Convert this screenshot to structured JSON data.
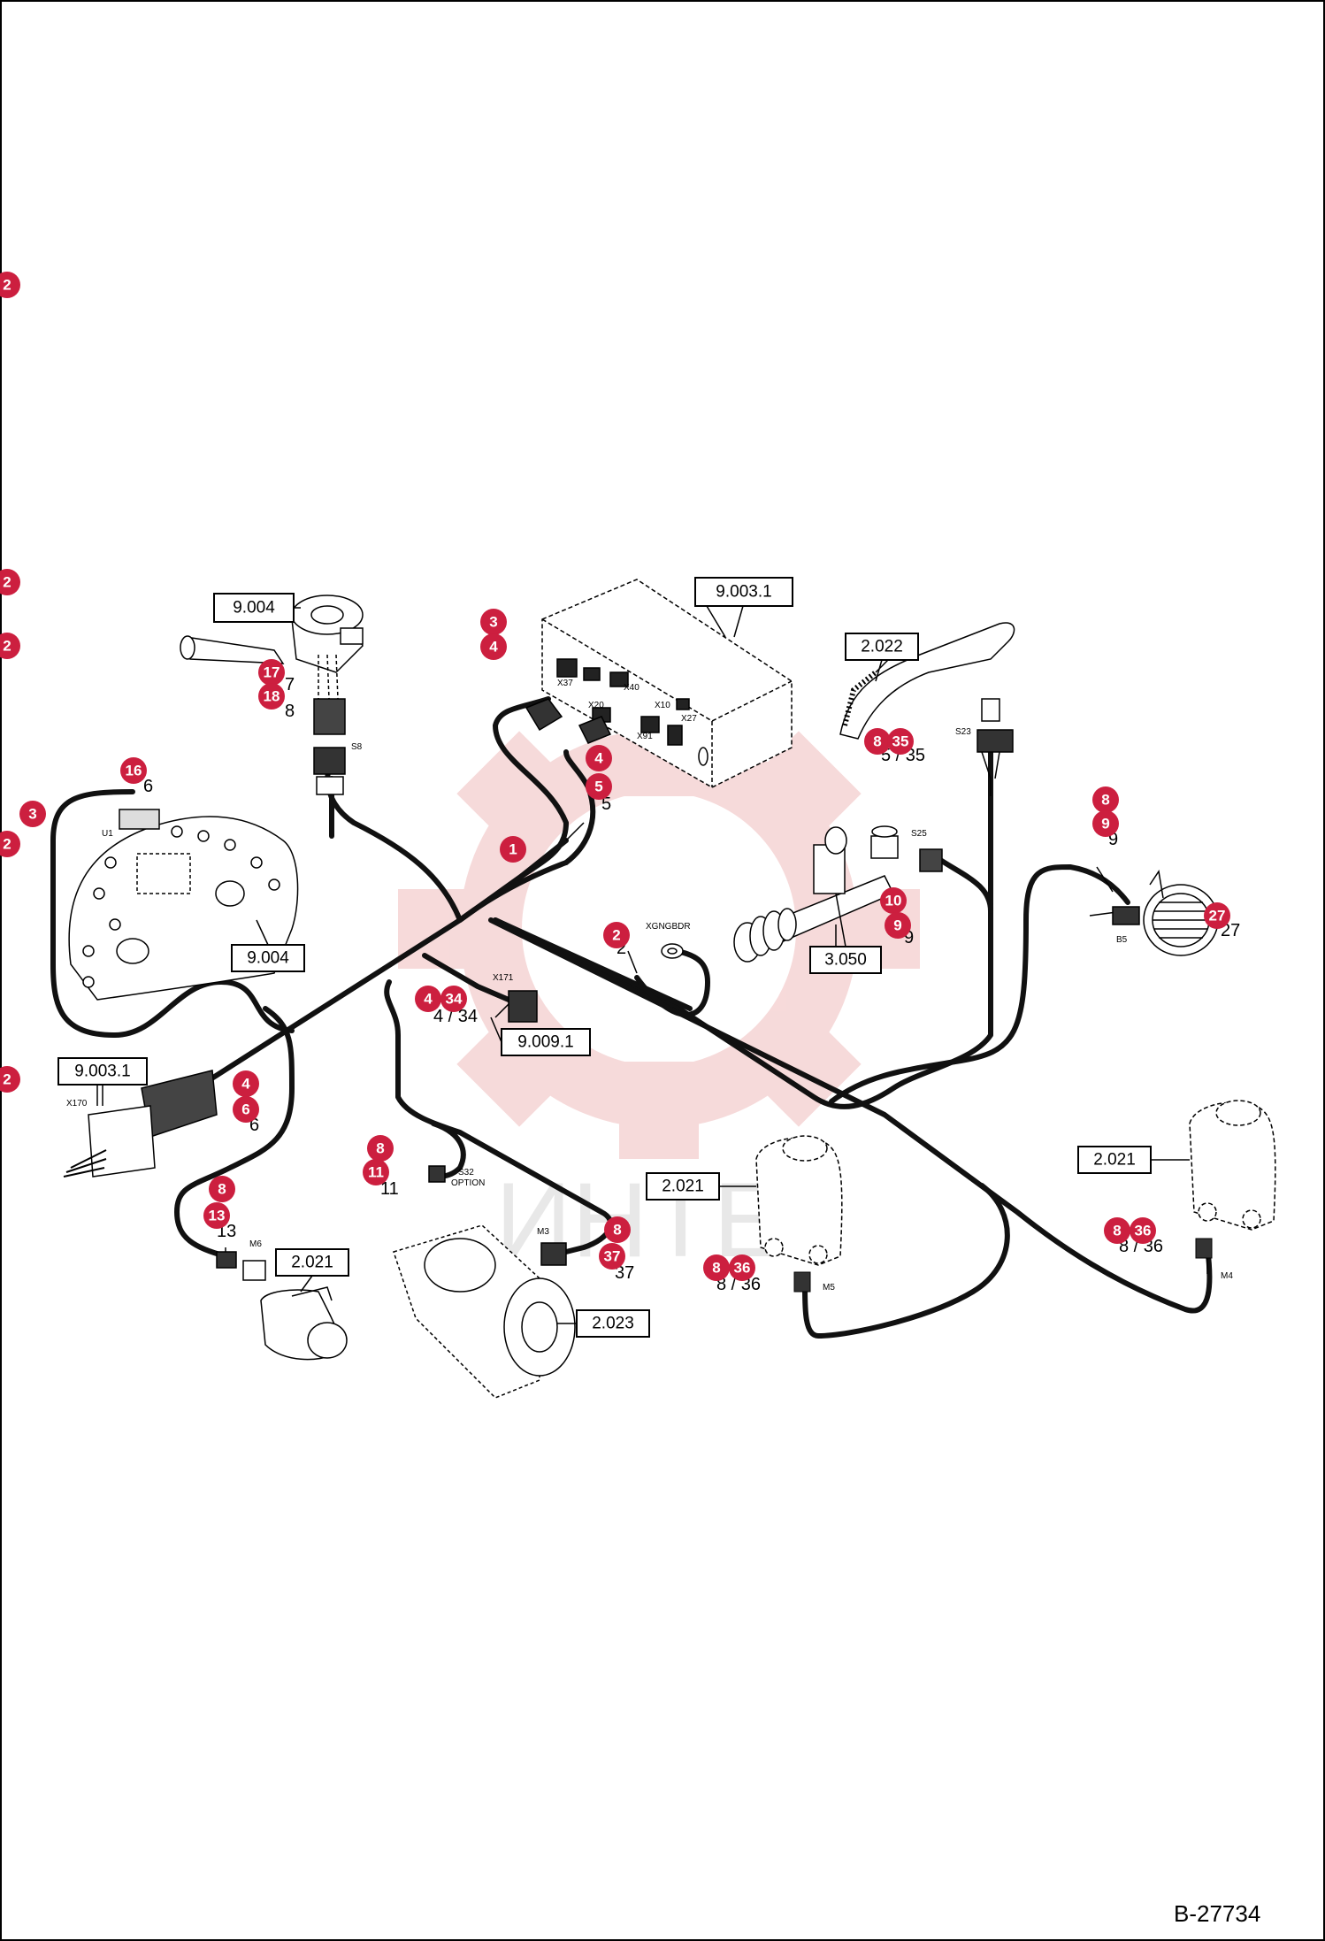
{
  "document_id": "B-27734",
  "watermark": "ИНТЕ",
  "colors": {
    "bubble": "#cc1f3f",
    "wire": "#111111",
    "watermark": "#f0c4c4",
    "line": "#000000"
  },
  "ref_boxes": [
    {
      "id": "rb1",
      "text": "9.004"
    },
    {
      "id": "rb2",
      "text": "9.003.1"
    },
    {
      "id": "rb3",
      "text": "2.022"
    },
    {
      "id": "rb4",
      "text": "9.004"
    },
    {
      "id": "rb5",
      "text": "3.050"
    },
    {
      "id": "rb6",
      "text": "9.009.1"
    },
    {
      "id": "rb7",
      "text": "9.003.1"
    },
    {
      "id": "rb8",
      "text": "2.021"
    },
    {
      "id": "rb9",
      "text": "2.021"
    },
    {
      "id": "rb10",
      "text": "2.021"
    },
    {
      "id": "rb11",
      "text": "2.023"
    }
  ],
  "callouts": [
    {
      "id": "c1",
      "num": "2"
    },
    {
      "id": "c2",
      "num": "2"
    },
    {
      "id": "c3",
      "num": "2"
    },
    {
      "id": "c4",
      "num": "3"
    },
    {
      "id": "c5",
      "num": "2"
    },
    {
      "id": "c6",
      "num": "2"
    },
    {
      "id": "c7",
      "num": "3"
    },
    {
      "id": "c8",
      "num": "4"
    },
    {
      "id": "c9",
      "num": "17"
    },
    {
      "id": "c10",
      "num": "18"
    },
    {
      "id": "c11",
      "num": "4"
    },
    {
      "id": "c12",
      "num": "5"
    },
    {
      "id": "c13",
      "num": "16"
    },
    {
      "id": "c14",
      "num": "1"
    },
    {
      "id": "c15",
      "num": "2"
    },
    {
      "id": "c16",
      "num": "4"
    },
    {
      "id": "c17",
      "num": "34"
    },
    {
      "id": "c18",
      "num": "8"
    },
    {
      "id": "c19",
      "num": "35"
    },
    {
      "id": "c20",
      "num": "8"
    },
    {
      "id": "c21",
      "num": "9"
    },
    {
      "id": "c22",
      "num": "10"
    },
    {
      "id": "c23",
      "num": "9"
    },
    {
      "id": "c24",
      "num": "27"
    },
    {
      "id": "c25",
      "num": "4"
    },
    {
      "id": "c26",
      "num": "6"
    },
    {
      "id": "c27",
      "num": "8"
    },
    {
      "id": "c28",
      "num": "13"
    },
    {
      "id": "c29",
      "num": "8"
    },
    {
      "id": "c30",
      "num": "11"
    },
    {
      "id": "c31",
      "num": "8"
    },
    {
      "id": "c32",
      "num": "37"
    },
    {
      "id": "c33",
      "num": "8"
    },
    {
      "id": "c34",
      "num": "36"
    },
    {
      "id": "c35",
      "num": "8"
    },
    {
      "id": "c36",
      "num": "36"
    }
  ],
  "connector_labels": {
    "s8": "S8",
    "u1": "U1",
    "s23": "S23",
    "s25": "S25",
    "b5": "B5",
    "xgngbdr": "XGNGBDR",
    "x171": "X171",
    "x170": "X170",
    "m6": "M6",
    "s32": "S32",
    "option": "OPTION",
    "m3": "M3",
    "m5": "M5",
    "m4": "M4"
  },
  "stray_labels": {
    "l27": "7",
    "l18": "8",
    "l16": "6",
    "l5": "5",
    "l35": "5 / 35",
    "l9a": "9",
    "l9b": "9",
    "l27b": "27",
    "l2": "2",
    "l34": "4 / 34",
    "l6": "6",
    "l13": "13",
    "l11": "11",
    "l37": "37",
    "l36a": "8 / 36",
    "l36b": "8 / 36"
  },
  "relay_box_text": {
    "t1": "X20",
    "t2": "X37",
    "t3": "X40",
    "t4": "X10",
    "t5": "X91",
    "t6": "X27"
  }
}
